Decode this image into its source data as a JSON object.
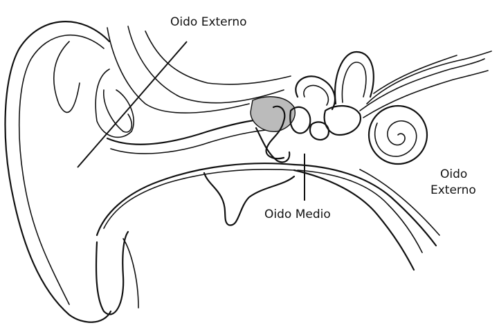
{
  "labels": {
    "outer_ear": "Oido Externo",
    "middle_ear": "Oido Medio",
    "inner_ear_line1": "Oido",
    "inner_ear_line2": "Externo"
  }
}
